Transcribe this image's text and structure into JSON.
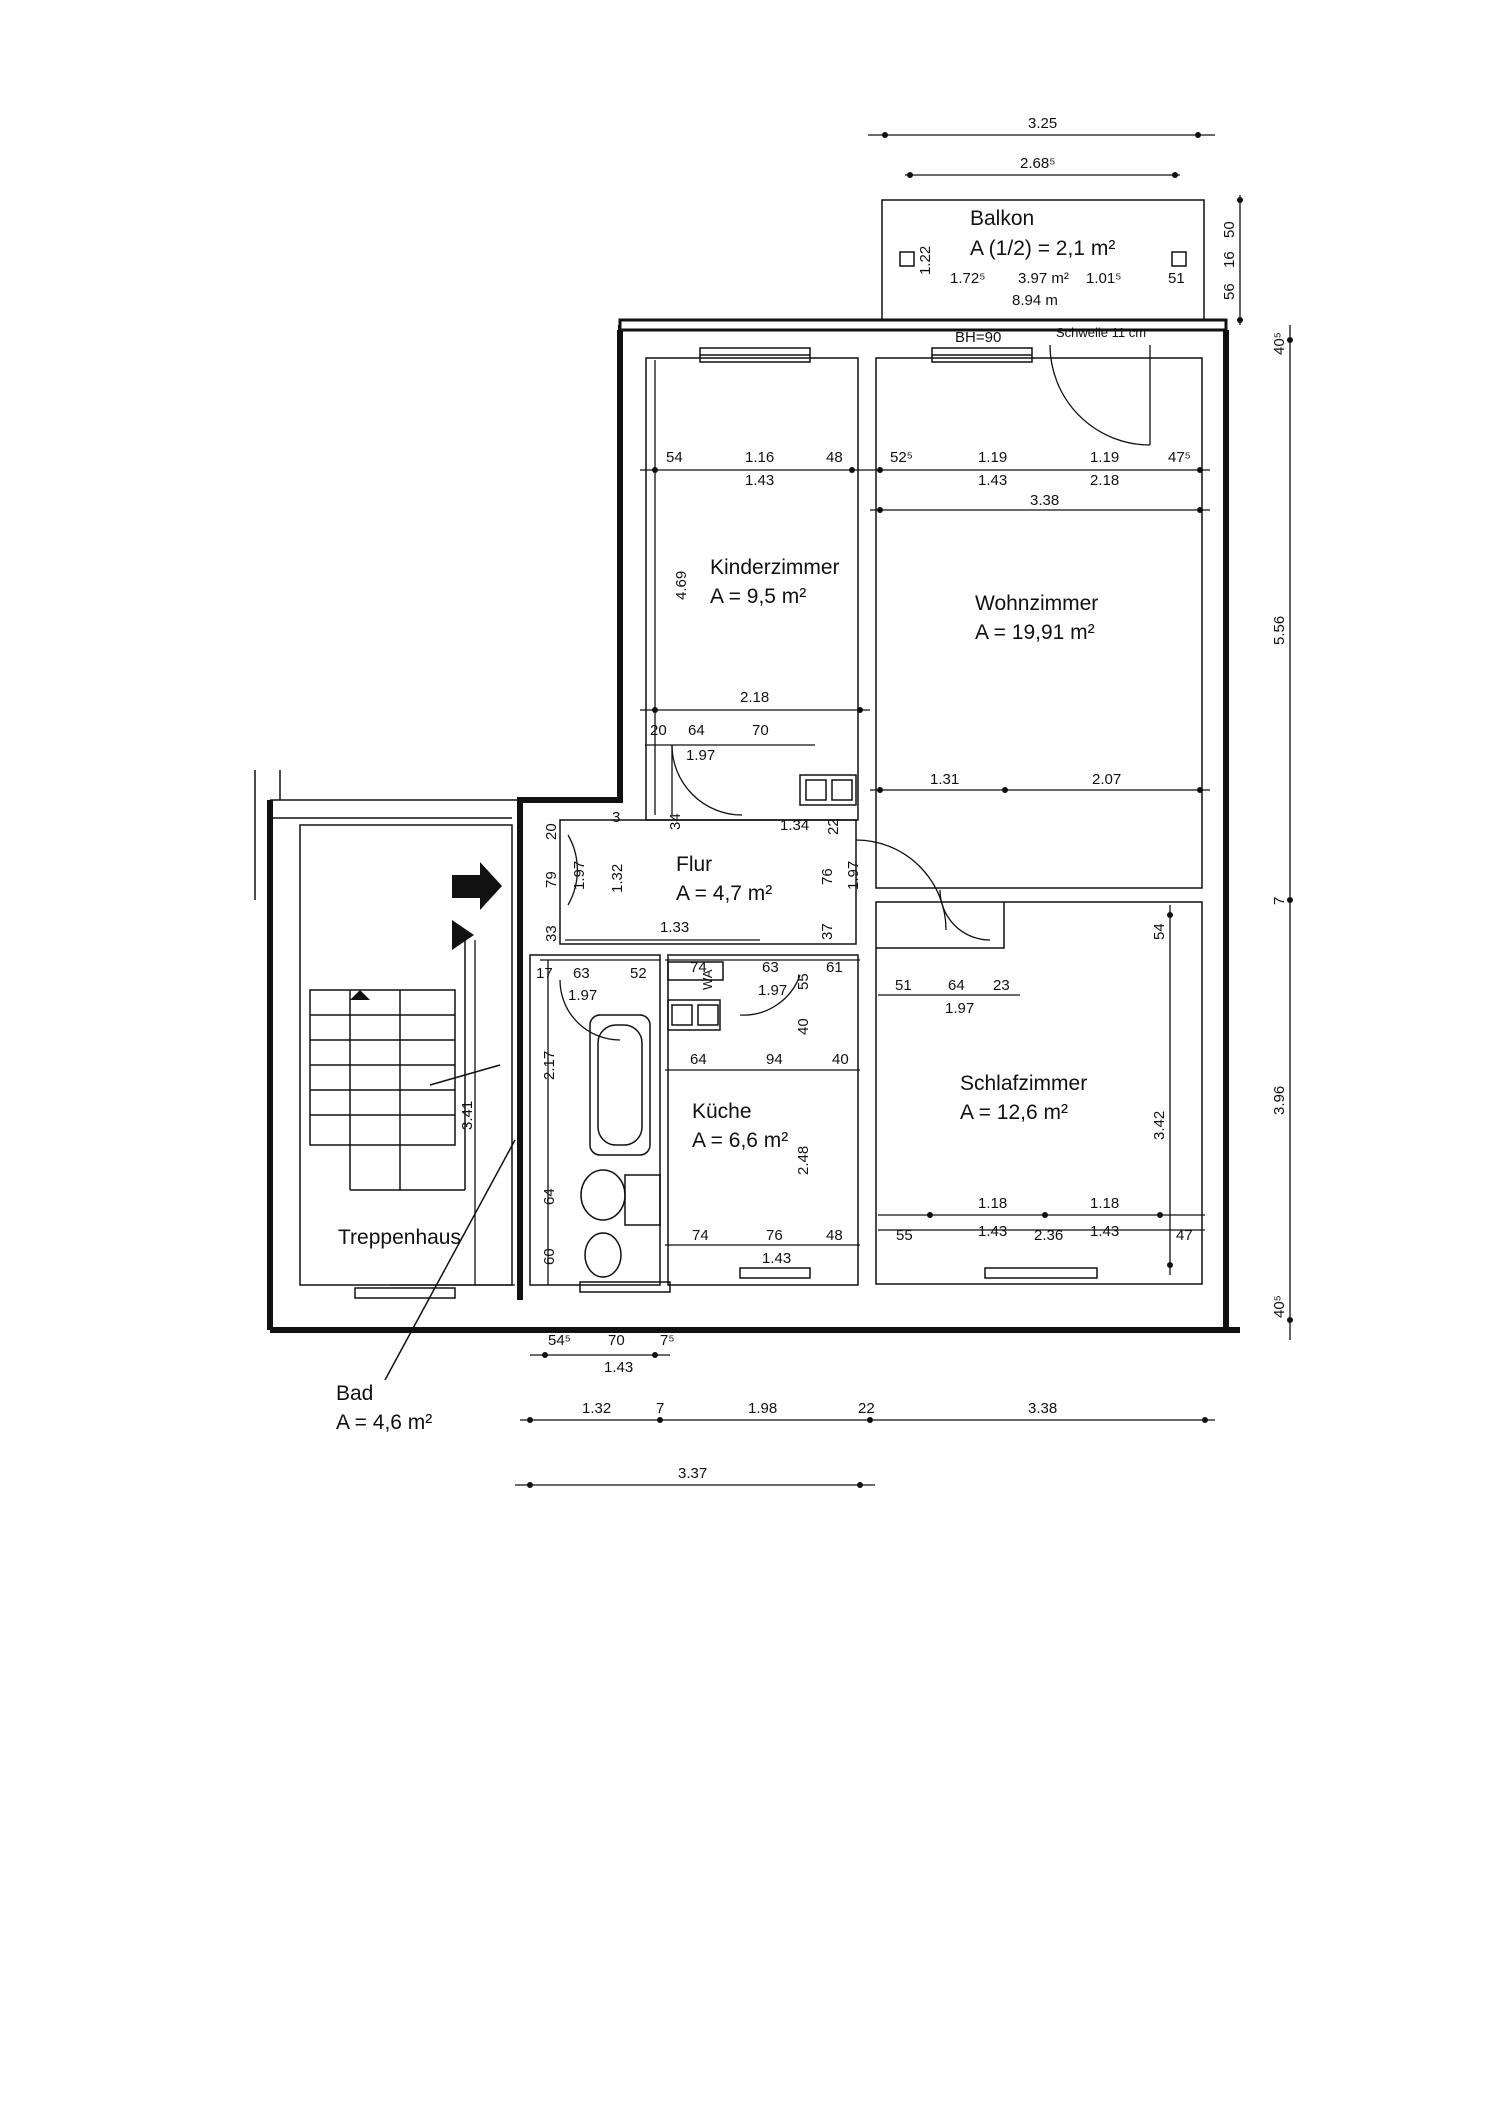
{
  "rooms": {
    "balkon": {
      "name": "Balkon",
      "area": "A (1/2) = 2,1 m²"
    },
    "kinderzimmer": {
      "name": "Kinderzimmer",
      "area": "A = 9,5 m²"
    },
    "wohnzimmer": {
      "name": "Wohnzimmer",
      "area": "A = 19,91 m²"
    },
    "flur": {
      "name": "Flur",
      "area": "A = 4,7 m²"
    },
    "kueche": {
      "name": "Küche",
      "area": "A = 6,6 m²"
    },
    "schlafzimmer": {
      "name": "Schlafzimmer",
      "area": "A = 12,6 m²"
    },
    "treppenhaus": {
      "name": "Treppenhaus"
    },
    "bad": {
      "name": "Bad",
      "area": "A = 4,6 m²"
    }
  },
  "notes": {
    "bh": "BH=90",
    "schwelle": "Schwelle 11 cm",
    "wa": "WA",
    "balkon_m2": "3.97 m²",
    "balkon_m": "8.94 m"
  },
  "dims": {
    "top_325": "3.25",
    "top_2685": "2.68⁵",
    "balk_122": "1.22",
    "balk_1725": "1.72⁵",
    "balk_1015": "1.01⁵",
    "balk_51": "51",
    "r_50": "50",
    "r_16": "16",
    "r_56": "56",
    "r_405a": "40⁵",
    "r_556": "5.56",
    "r_7": "7",
    "r_396": "3.96",
    "r_405b": "40⁵",
    "k_54": "54",
    "k_116": "1.16",
    "k_48": "48",
    "k_143": "1.43",
    "k_469": "4.69",
    "k_218": "2.18",
    "k_20": "20",
    "k_64": "64",
    "k_70": "70",
    "k_197": "1.97",
    "w_525": "52⁵",
    "w_119a": "1.19",
    "w_119b": "1.19",
    "w_475": "47⁵",
    "w_143": "1.43",
    "w_218": "2.18",
    "w_338": "3.38",
    "w_131": "1.31",
    "w_207": "2.07",
    "f_3": "3",
    "f_34": "34",
    "f_134": "1.34",
    "f_22": "22",
    "f_20": "20",
    "f_79": "79",
    "f_197a": "1.97",
    "f_132": "1.32",
    "f_76": "76",
    "f_197b": "1.97",
    "f_33": "33",
    "f_133": "1.33",
    "f_37": "37",
    "b_17": "17",
    "b_63": "63",
    "b_52": "52",
    "b_197": "1.97",
    "b_217": "2.17",
    "b_341": "3.41",
    "b_64": "64",
    "b_60": "60",
    "kc_74": "74",
    "kc_63": "63",
    "kc_197": "1.97",
    "kc_55": "55",
    "kc_61": "61",
    "kc_40a": "40",
    "kc_64": "64",
    "kc_94": "94",
    "kc_40b": "40",
    "kc_248": "2.48",
    "kc_74b": "74",
    "kc_76": "76",
    "kc_48": "48",
    "kc_143": "1.43",
    "s_51": "51",
    "s_64": "64",
    "s_23": "23",
    "s_197": "1.97",
    "s_54": "54",
    "s_342": "3.42",
    "s_118a": "1.18",
    "s_118b": "1.18",
    "s_55": "55",
    "s_143a": "1.43",
    "s_236": "2.36",
    "s_143b": "1.43",
    "s_47": "47",
    "bt_545": "54⁵",
    "bt_70": "70",
    "bt_75": "7⁵",
    "bt_143": "1.43",
    "bot_132": "1.32",
    "bot_7": "7",
    "bot_198": "1.98",
    "bot_22": "22",
    "bot_338": "3.38",
    "bot_337": "3.37"
  }
}
